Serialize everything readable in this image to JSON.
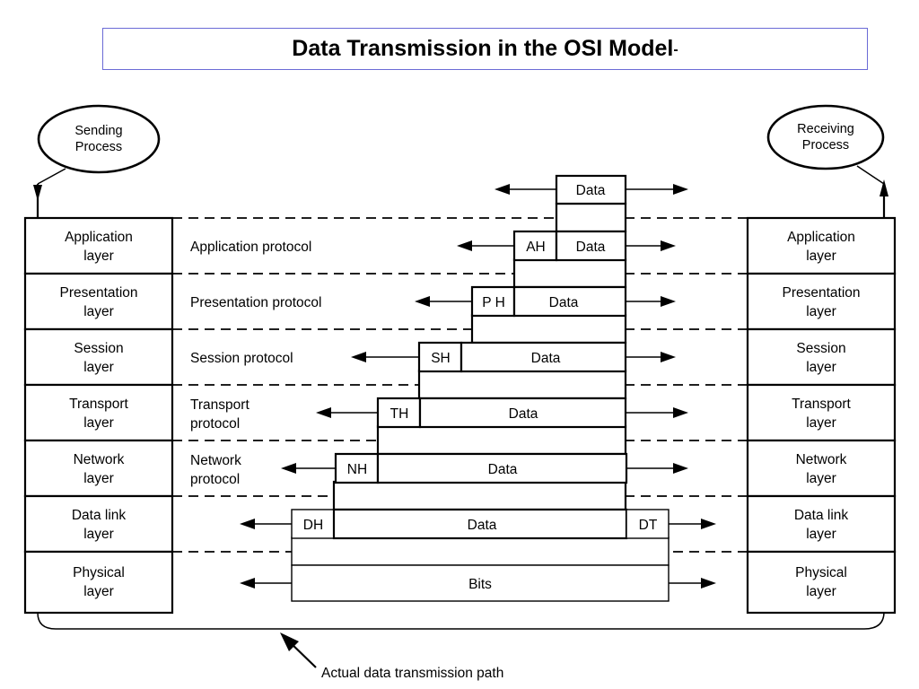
{
  "title": {
    "text": "Data Transmission in the OSI Model",
    "trailing": "-"
  },
  "endpoints": {
    "sending": {
      "line1": "Sending",
      "line2": "Process"
    },
    "receiving": {
      "line1": "Receiving",
      "line2": "Process"
    }
  },
  "layers": [
    {
      "name": "Application",
      "line2": "layer",
      "protocol_line1": "Application protocol",
      "protocol_line2": "",
      "header": "AH",
      "trailer": "",
      "pdu": "Data"
    },
    {
      "name": "Presentation",
      "line2": "layer",
      "protocol_line1": "Presentation protocol",
      "protocol_line2": "",
      "header": "P H",
      "trailer": "",
      "pdu": "Data"
    },
    {
      "name": "Session",
      "line2": "layer",
      "protocol_line1": "Session protocol",
      "protocol_line2": "",
      "header": "SH",
      "trailer": "",
      "pdu": "Data"
    },
    {
      "name": "Transport",
      "line2": "layer",
      "protocol_line1": "Transport",
      "protocol_line2": "protocol",
      "header": "TH",
      "trailer": "",
      "pdu": "Data"
    },
    {
      "name": "Network",
      "line2": "layer",
      "protocol_line1": "Network",
      "protocol_line2": "protocol",
      "header": "NH",
      "trailer": "",
      "pdu": "Data"
    },
    {
      "name": "Data link",
      "line2": "layer",
      "protocol_line1": "",
      "protocol_line2": "",
      "header": "DH",
      "trailer": "DT",
      "pdu": "Data"
    },
    {
      "name": "Physical",
      "line2": "layer",
      "protocol_line1": "",
      "protocol_line2": "",
      "header": "",
      "trailer": "",
      "pdu": "Bits"
    }
  ],
  "top_pdu": {
    "pdu": "Data"
  },
  "footnote": {
    "text": "Actual data transmission path"
  },
  "colors": {
    "title_border": "#6b6bd6",
    "stroke": "#000000",
    "background": "#ffffff"
  }
}
